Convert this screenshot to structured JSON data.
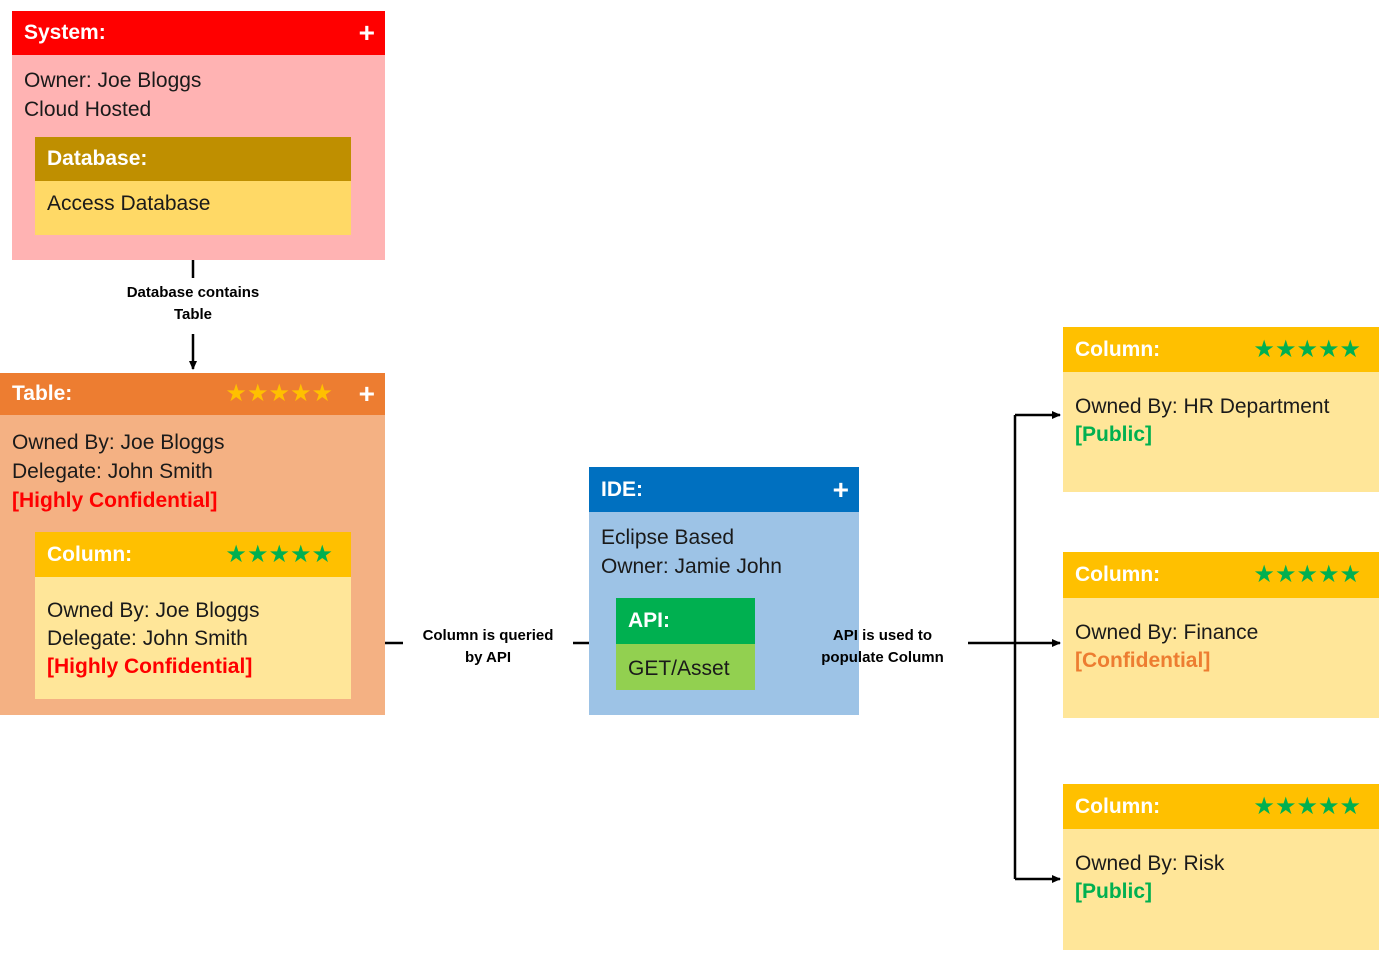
{
  "system": {
    "title": "System:",
    "plus": "+",
    "lines": [
      "Owner: Joe Bloggs",
      "Cloud Hosted"
    ],
    "database": {
      "title": "Database:",
      "text": "Access Database"
    }
  },
  "edge_db_table": {
    "line1": "Database contains",
    "line2": "Table"
  },
  "table": {
    "title": "Table:",
    "stars": "★★★★★",
    "plus": "+",
    "lines": [
      "Owned By: Joe Bloggs",
      "Delegate: John Smith"
    ],
    "classification": "[Highly Confidential]",
    "column": {
      "title": "Column:",
      "stars": "★★★★★",
      "lines": [
        "Owned By: Joe Bloggs",
        "Delegate: John Smith"
      ],
      "classification": "[Highly Confidential]"
    }
  },
  "edge_column_api": {
    "line1": "Column is queried",
    "line2": "by API"
  },
  "ide": {
    "title": "IDE:",
    "plus": "+",
    "lines": [
      "Eclipse Based",
      "Owner: Jamie John"
    ],
    "api": {
      "title": "API:",
      "text": "GET/Asset"
    }
  },
  "edge_api_column": {
    "line1": "API is used to",
    "line2": "populate Column"
  },
  "columns_right": [
    {
      "title": "Column:",
      "stars": "★★★★★",
      "owner": "Owned By: HR Department",
      "classification": "[Public]"
    },
    {
      "title": "Column:",
      "stars": "★★★★★",
      "owner": "Owned By: Finance",
      "classification": "[Confidential]"
    },
    {
      "title": "Column:",
      "stars": "★★★★★",
      "owner": "Owned By: Risk",
      "classification": "[Public]"
    }
  ],
  "colors": {
    "system_header": "#ff0000",
    "system_body": "#ffb3b3",
    "database_header": "#bf8f00",
    "database_body": "#ffd966",
    "table_header": "#ed7d31",
    "table_body": "#f4b183",
    "column_header": "#ffc000",
    "column_body": "#ffe699",
    "ide_header": "#0070c0",
    "ide_body": "#9dc3e6",
    "api_header": "#00b050",
    "api_body": "#92d050",
    "star_gold": "#ffc000",
    "star_green": "#00b050",
    "highly_confidential": "#ff0000",
    "confidential": "#ed7d31",
    "public": "#00b050"
  }
}
